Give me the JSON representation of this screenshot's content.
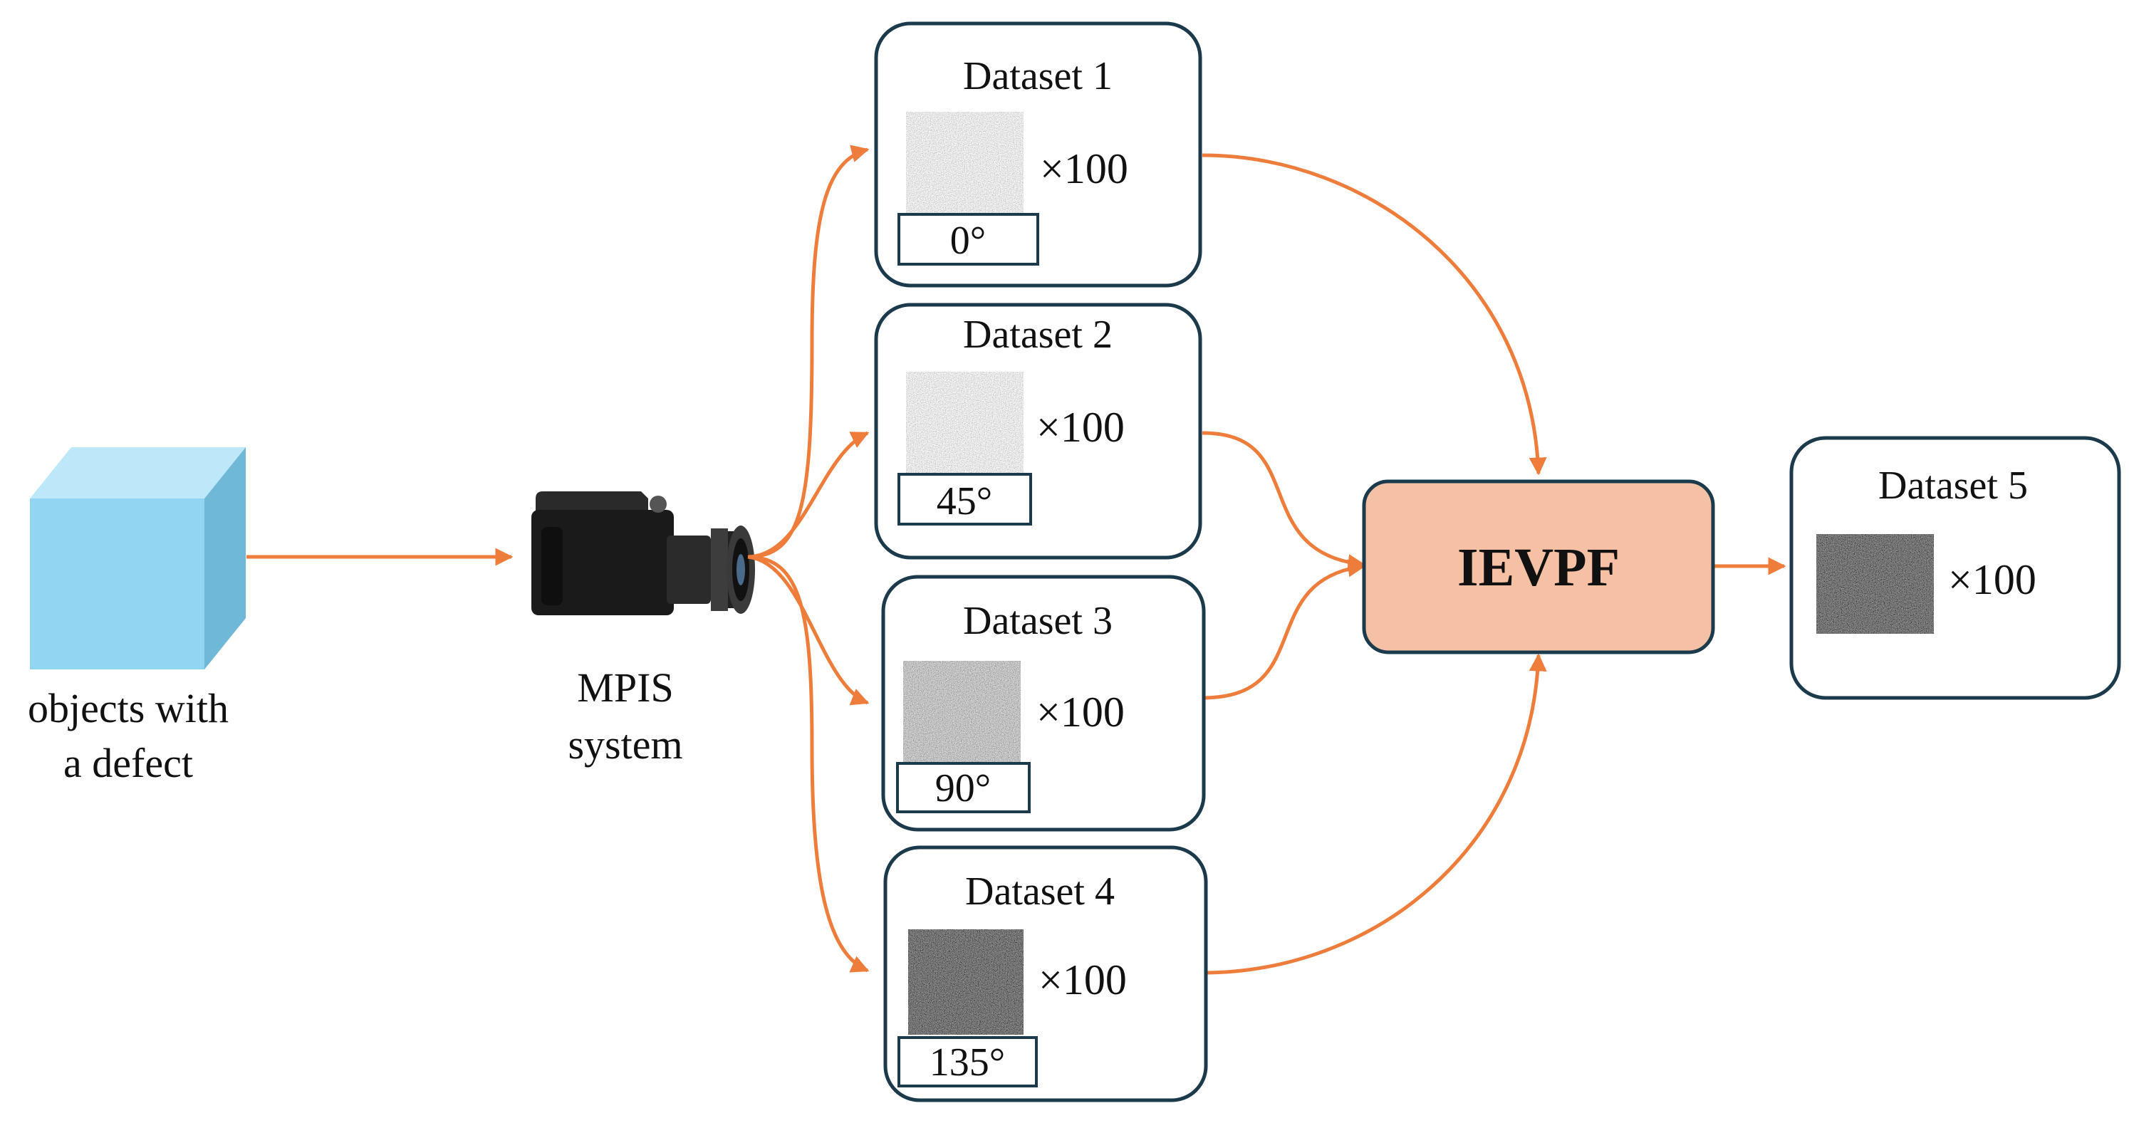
{
  "colors": {
    "arrow": "#ee7d3b",
    "box_border": "#1b3a4b",
    "processor_fill": "#f6c0a4",
    "cube_front": "#92d5f2",
    "cube_top": "#bde8fa",
    "cube_side": "#6fb8d7"
  },
  "source": {
    "label_line1": "objects with",
    "label_line2": "a defect"
  },
  "camera": {
    "label_line1": "MPIS",
    "label_line2": "system"
  },
  "datasets": [
    {
      "title": "Dataset 1",
      "count": "×100",
      "angle": "0°",
      "tone": "bright"
    },
    {
      "title": "Dataset 2",
      "count": "×100",
      "angle": "45°",
      "tone": "bright"
    },
    {
      "title": "Dataset 3",
      "count": "×100",
      "angle": "90°",
      "tone": "medium"
    },
    {
      "title": "Dataset 4",
      "count": "×100",
      "angle": "135°",
      "tone": "dark"
    }
  ],
  "processor": {
    "label": "IEVPF"
  },
  "output": {
    "title": "Dataset 5",
    "count": "×100",
    "tone": "dark"
  }
}
